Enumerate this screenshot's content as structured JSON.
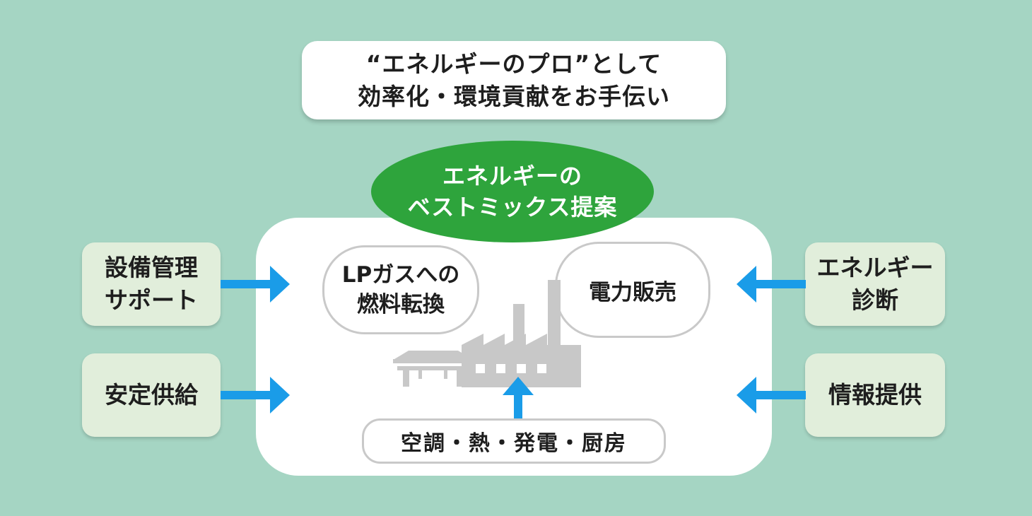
{
  "header": {
    "line1": "“エネルギーのプロ”として",
    "line2": "効率化・環境貢献をお手伝い"
  },
  "center": {
    "line1": "エネルギーの",
    "line2": "ベストミックス提案"
  },
  "services": {
    "lpg_line1": "LPガスへの",
    "lpg_line2": "燃料転換",
    "power": "電力販売",
    "uses": "空調・熱・発電・厨房"
  },
  "left_boxes": [
    {
      "line1": "設備管理",
      "line2": "サポート"
    },
    {
      "line1": "安定供給"
    }
  ],
  "right_boxes": [
    {
      "line1": "エネルギー",
      "line2": "診断"
    },
    {
      "line1": "情報提供"
    }
  ],
  "colors": {
    "background": "#a5d5c3",
    "accent_green": "#2ea43c",
    "arrow_blue": "#1a9ce8",
    "side_box": "#e1eedb",
    "icon_gray": "#c8c8c8"
  }
}
